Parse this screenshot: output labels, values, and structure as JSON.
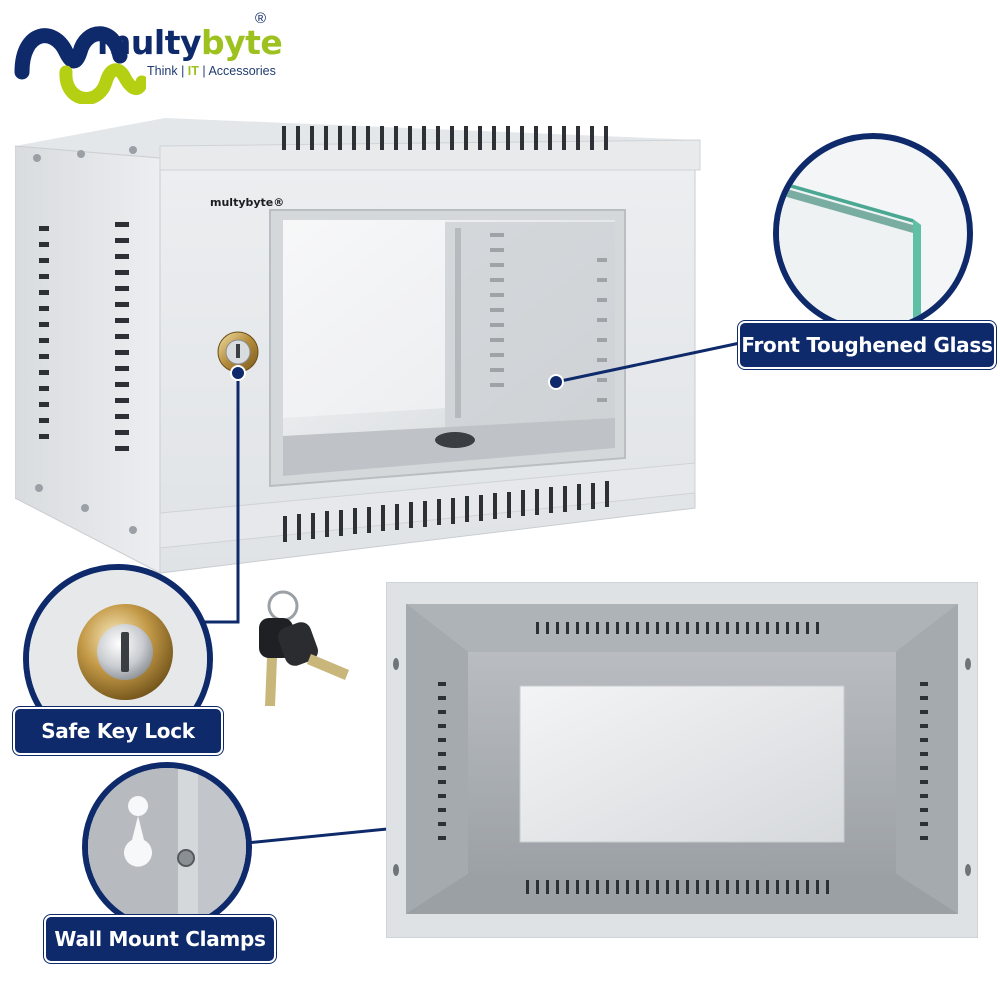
{
  "brand": {
    "name_part1": "multy",
    "name_part2": "byte",
    "registered": "®",
    "tagline_think": "Think",
    "tagline_it": "IT",
    "tagline_accessories": "Accessories",
    "tagline_sep": "|",
    "colors": {
      "navy": "#0e2a6b",
      "green": "#9dc11f",
      "lime": "#c4d900"
    }
  },
  "cabinet_badge": "multybyte®",
  "callouts": {
    "glass": "Front Toughened Glass",
    "lock": "Safe Key Lock",
    "clamps": "Wall Mount Clamps"
  }
}
